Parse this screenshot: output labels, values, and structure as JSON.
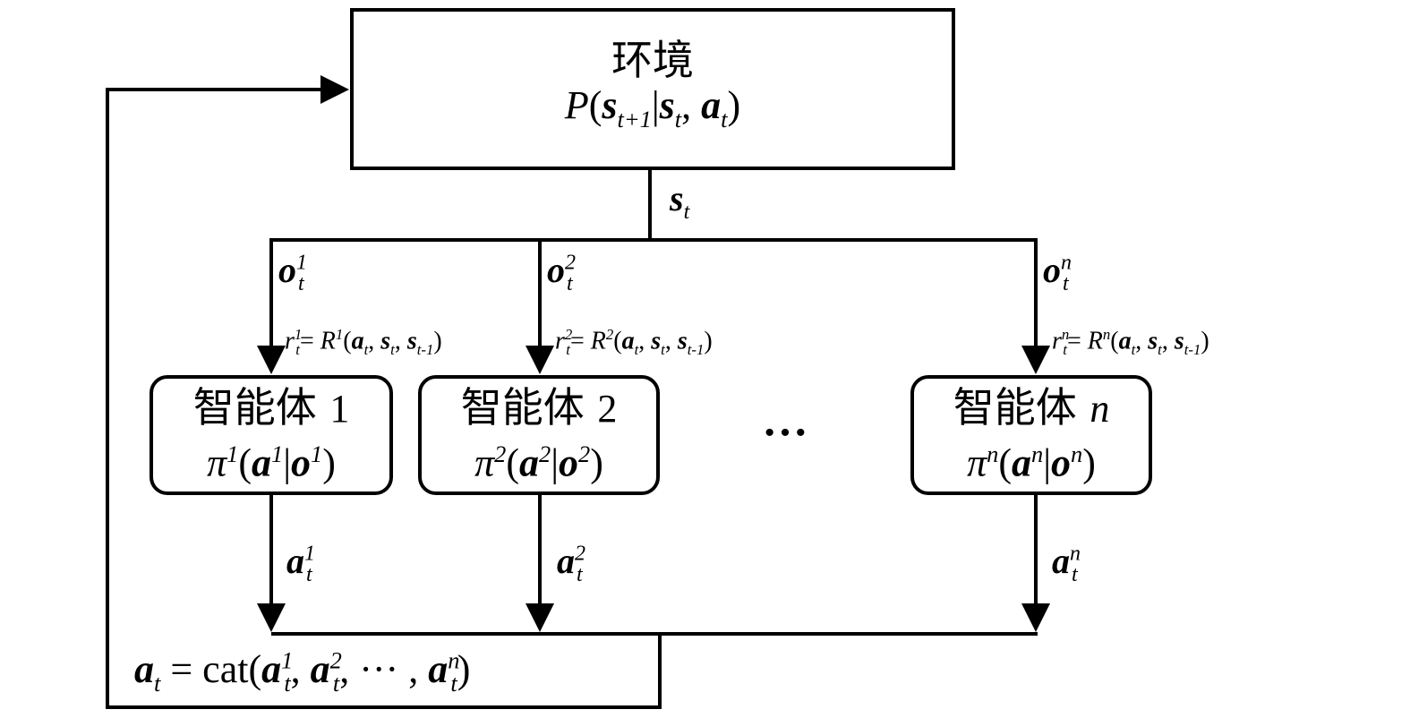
{
  "environment": {
    "title": "环境",
    "formula": {
      "func": "P",
      "var1": "s",
      "var1_sub": "t+1",
      "var2": "s",
      "var2_sub": "t",
      "var3": "a",
      "var3_sub": "t"
    }
  },
  "state_label": {
    "var": "s",
    "sub": "t"
  },
  "observations": [
    {
      "var": "o",
      "sub": "t",
      "sup": "1"
    },
    {
      "var": "o",
      "sub": "t",
      "sup": "2"
    },
    {
      "var": "o",
      "sub": "t",
      "sup": "n"
    }
  ],
  "rewards": [
    {
      "r": "r",
      "sup": "1",
      "sub": "t",
      "R": "R",
      "Rsup": "1",
      "a": "a",
      "a_sub": "t",
      "s": "s",
      "s_sub": "t",
      "s2": "s",
      "s2_sub": "t-1"
    },
    {
      "r": "r",
      "sup": "2",
      "sub": "t",
      "R": "R",
      "Rsup": "2",
      "a": "a",
      "a_sub": "t",
      "s": "s",
      "s_sub": "t",
      "s2": "s",
      "s2_sub": "t-1"
    },
    {
      "r": "r",
      "sup": "n",
      "sub": "t",
      "R": "R",
      "Rsup": "n",
      "a": "a",
      "a_sub": "t",
      "s": "s",
      "s_sub": "t",
      "s2": "s",
      "s2_sub": "t-1"
    }
  ],
  "agents": [
    {
      "title": "智能体",
      "index": "1",
      "policy": "π",
      "sup": "1"
    },
    {
      "title": "智能体",
      "index": "2",
      "policy": "π",
      "sup": "2"
    },
    {
      "title": "智能体",
      "index": "n",
      "policy": "π",
      "sup": "n"
    }
  ],
  "ellipsis": "···",
  "actions": [
    {
      "var": "a",
      "sub": "t",
      "sup": "1"
    },
    {
      "var": "a",
      "sub": "t",
      "sup": "2"
    },
    {
      "var": "a",
      "sub": "t",
      "sup": "n"
    }
  ],
  "joint_action": {
    "lhs": "a",
    "lhs_sub": "t",
    "eq": "=",
    "func": "cat",
    "items": [
      {
        "sup": "1",
        "sub": "t"
      },
      {
        "sup": "2",
        "sub": "t"
      },
      {
        "sup": "n",
        "sub": "t"
      }
    ],
    "dots": "···"
  },
  "colors": {
    "stroke": "#000000",
    "background": "#ffffff"
  }
}
